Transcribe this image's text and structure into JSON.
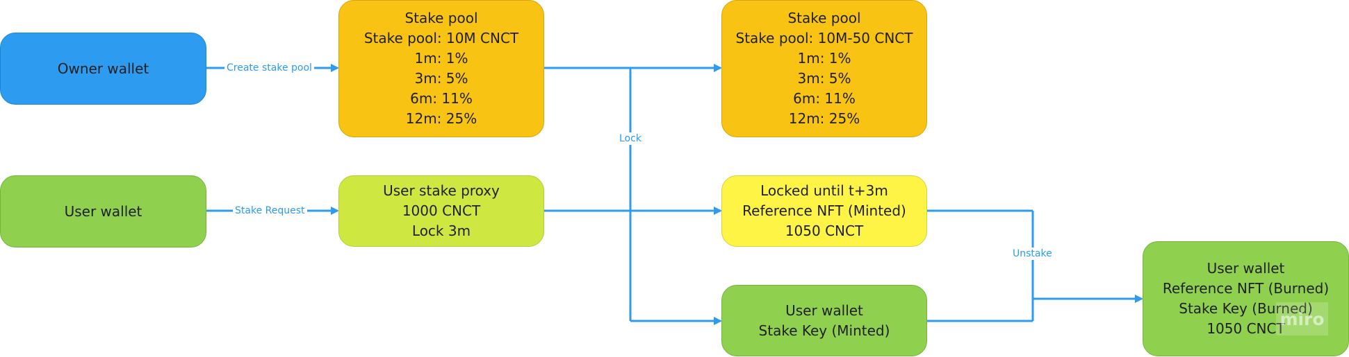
{
  "nodes": {
    "owner_wallet": {
      "lines": [
        "Owner wallet"
      ]
    },
    "stake_pool_initial": {
      "lines": [
        "Stake pool",
        "Stake pool: 10M CNCT",
        "1m: 1%",
        "3m: 5%",
        "6m: 11%",
        "12m: 25%"
      ]
    },
    "stake_pool_updated": {
      "lines": [
        "Stake pool",
        "Stake pool: 10M-50 CNCT",
        "1m: 1%",
        "3m: 5%",
        "6m: 11%",
        "12m: 25%"
      ]
    },
    "user_wallet": {
      "lines": [
        "User wallet"
      ]
    },
    "user_stake_proxy": {
      "lines": [
        "User stake proxy",
        "1000 CNCT",
        "Lock 3m"
      ]
    },
    "locked_position": {
      "lines": [
        "Locked until t+3m",
        "Reference NFT (Minted)",
        "1050 CNCT"
      ]
    },
    "user_wallet_stake_key": {
      "lines": [
        "User wallet",
        "Stake Key (Minted)"
      ]
    },
    "user_wallet_final": {
      "lines": [
        "User wallet",
        "Reference NFT (Burned)",
        "Stake Key (Burned)",
        "1050 CNCT"
      ]
    }
  },
  "edges": {
    "create_stake_pool": "Create stake pool",
    "stake_request": "Stake Request",
    "lock": "Lock",
    "unstake": "Unstake"
  },
  "watermark": "miro",
  "colors": {
    "owner_wallet": "#2d9bf0",
    "stake_pool": "#f8c313",
    "user_wallet": "#8fd14f",
    "user_stake_proxy": "#cee741",
    "locked_position": "#fef445",
    "connector": "#2d9bf0"
  }
}
